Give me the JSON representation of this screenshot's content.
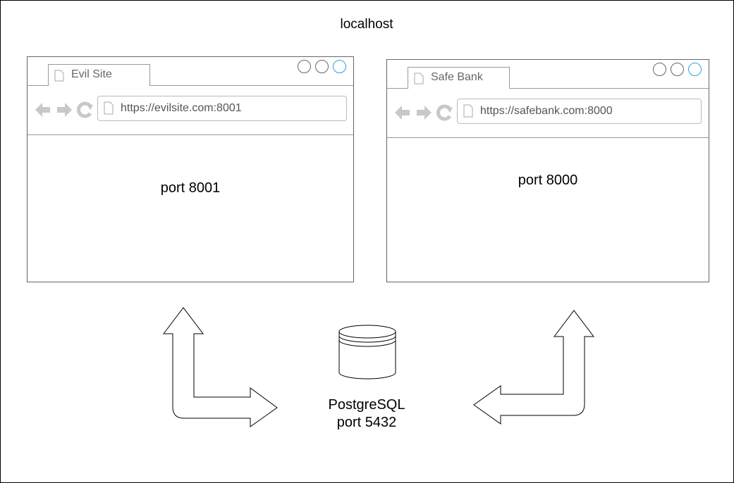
{
  "host_label": "localhost",
  "browsers": [
    {
      "tab_title": "Evil Site",
      "url": "https://evilsite.com:8001",
      "content": "port 8001"
    },
    {
      "tab_title": "Safe Bank",
      "url": "https://safebank.com:8000",
      "content": "port 8000"
    }
  ],
  "database": {
    "name": "PostgreSQL",
    "port": "port 5432"
  },
  "colors": {
    "maximize_button": "#29a3d8",
    "browser_border": "#666666",
    "nav_icon": "#c8c8c8"
  },
  "icons": [
    "page-icon",
    "back-arrow-icon",
    "forward-arrow-icon",
    "reload-icon",
    "window-control-icon",
    "database-icon",
    "bidirectional-arrow-icon"
  ]
}
